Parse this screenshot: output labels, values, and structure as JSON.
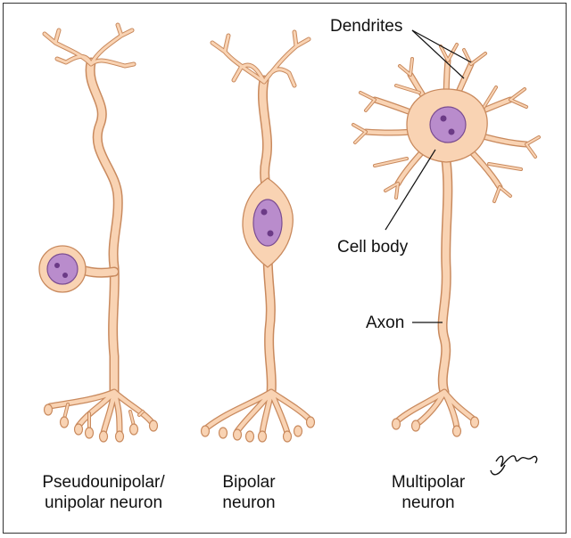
{
  "labels": {
    "dendrites": "Dendrites",
    "cell_body": "Cell body",
    "axon": "Axon"
  },
  "captions": {
    "pseudounipolar_line1": "Pseudounipolar/",
    "pseudounipolar_line2": "unipolar neuron",
    "bipolar_line1": "Bipolar",
    "bipolar_line2": "neuron",
    "multipolar_line1": "Multipolar",
    "multipolar_line2": "neuron"
  },
  "signature": "yogesh",
  "colors": {
    "cell_fill": "#f9d3b3",
    "cell_outline": "#c98a5e",
    "nucleus": "#b98ccc",
    "nucleolus": "#6b3a86"
  }
}
